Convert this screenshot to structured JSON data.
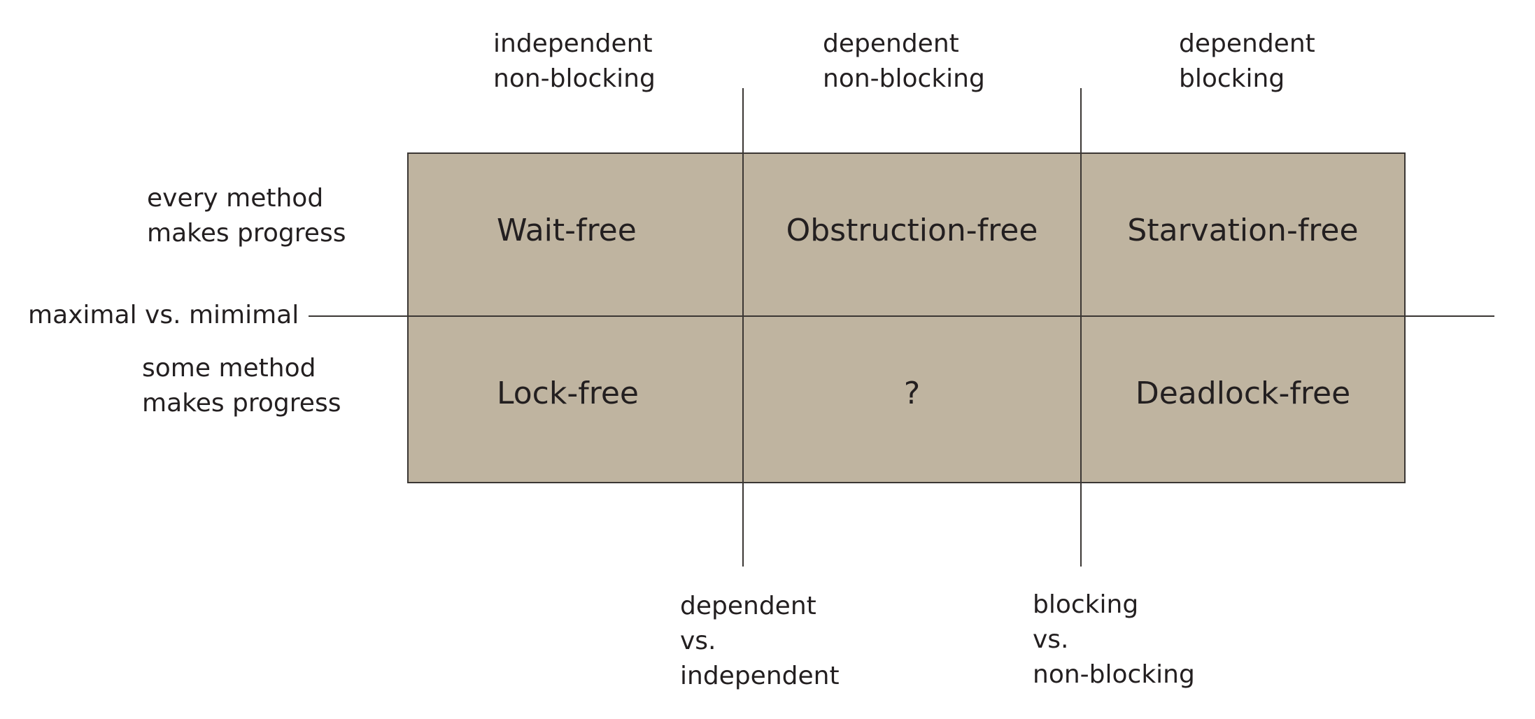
{
  "columns": {
    "col1": {
      "line1": "independent",
      "line2": "non-blocking"
    },
    "col2": {
      "line1": "dependent",
      "line2": "non-blocking"
    },
    "col3": {
      "line1": "dependent",
      "line2": "blocking"
    }
  },
  "rows": {
    "row1": {
      "line1": "every method",
      "line2": "makes progress"
    },
    "row2": {
      "line1": "some method",
      "line2": "makes progress"
    }
  },
  "axes": {
    "horizontal": "maximal vs. mimimal",
    "vertical1": {
      "line1": "dependent",
      "line2": "vs.",
      "line3": "independent"
    },
    "vertical2": {
      "line1": "blocking",
      "line2": "vs.",
      "line3": "non-blocking"
    }
  },
  "cells": {
    "wait_free": "Wait-free",
    "obstruction_free": "Obstruction-free",
    "starvation_free": "Starvation-free",
    "lock_free": "Lock-free",
    "unknown": "?",
    "deadlock_free": "Deadlock-free"
  },
  "colors": {
    "cell_fill": "#bfb4a0",
    "line": "#3b3734",
    "text": "#231f20"
  }
}
